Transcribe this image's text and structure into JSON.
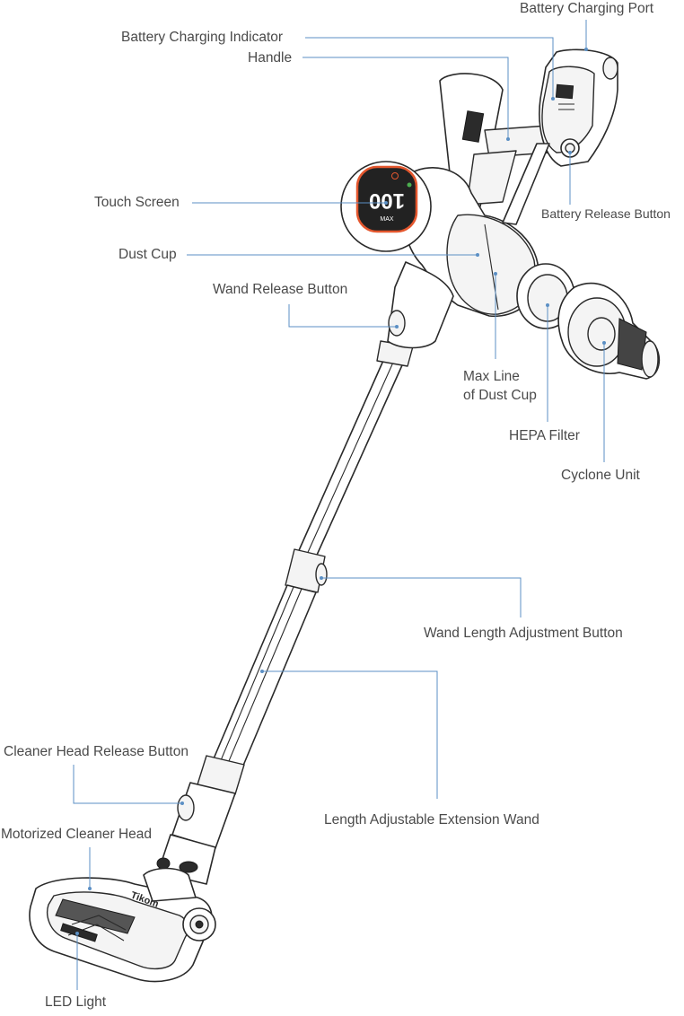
{
  "labels": {
    "battery_charging_port": "Battery Charging Port",
    "battery_charging_indicator": "Battery Charging Indicator",
    "handle": "Handle",
    "touch_screen": "Touch Screen",
    "battery_release_button": "Battery Release Button",
    "dust_cup": "Dust Cup",
    "wand_release_button": "Wand Release Button",
    "max_line_1": "Max Line",
    "max_line_2": "of Dust Cup",
    "hepa_filter": "HEPA Filter",
    "cyclone_unit": "Cyclone Unit",
    "wand_length_adjustment_button": "Wand Length Adjustment Button",
    "cleaner_head_release_button": "Cleaner Head Release Button",
    "length_adjustable_extension_wand": "Length Adjustable Extension Wand",
    "motorized_cleaner_head": "Motorized Cleaner Head",
    "led_light": "LED Light"
  },
  "screen": {
    "readout": "100",
    "sub": "MAX"
  },
  "brand_text": "Tikom",
  "colors": {
    "leader": "#5b8fc4",
    "screen_ring": "#e4572e",
    "screen_bg": "#222222",
    "screen_text": "#ffffff",
    "label_text": "#4a4a4a"
  }
}
